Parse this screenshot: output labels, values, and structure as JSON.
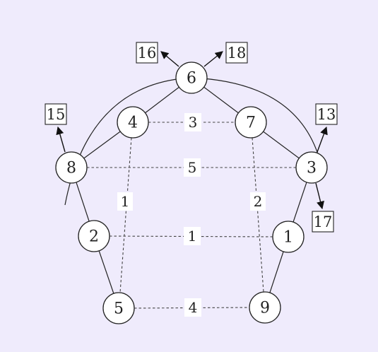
{
  "colors": {
    "background": "#efebfc",
    "node_fill": "#ffffff",
    "stroke": "#222222"
  },
  "nodes": [
    {
      "id": "n6",
      "label": "6"
    },
    {
      "id": "n4",
      "label": "4"
    },
    {
      "id": "n7",
      "label": "7"
    },
    {
      "id": "n8",
      "label": "8"
    },
    {
      "id": "n3",
      "label": "3"
    },
    {
      "id": "n2",
      "label": "2"
    },
    {
      "id": "n1",
      "label": "1"
    },
    {
      "id": "n5",
      "label": "5"
    },
    {
      "id": "n9",
      "label": "9"
    }
  ],
  "solid_edges": [
    {
      "from": "6",
      "to": "4"
    },
    {
      "from": "6",
      "to": "7"
    },
    {
      "from": "4",
      "to": "8"
    },
    {
      "from": "7",
      "to": "3"
    },
    {
      "from": "8",
      "to": "2"
    },
    {
      "from": "2",
      "to": "5"
    },
    {
      "from": "3",
      "to": "1"
    },
    {
      "from": "1",
      "to": "9"
    }
  ],
  "dashed_edges": [
    {
      "from": "4",
      "to": "7",
      "weight": "3"
    },
    {
      "from": "8",
      "to": "3",
      "weight": "5"
    },
    {
      "from": "4",
      "to": "5",
      "weight": "1"
    },
    {
      "from": "7",
      "to": "9",
      "weight": "2"
    },
    {
      "from": "2",
      "to": "1",
      "weight": "1"
    },
    {
      "from": "5",
      "to": "9",
      "weight": "4"
    }
  ],
  "outputs": [
    {
      "from": "6",
      "label": "16"
    },
    {
      "from": "6",
      "label": "18"
    },
    {
      "from": "8",
      "label": "15"
    },
    {
      "from": "3",
      "label": "13"
    },
    {
      "from": "3",
      "label": "17"
    }
  ]
}
